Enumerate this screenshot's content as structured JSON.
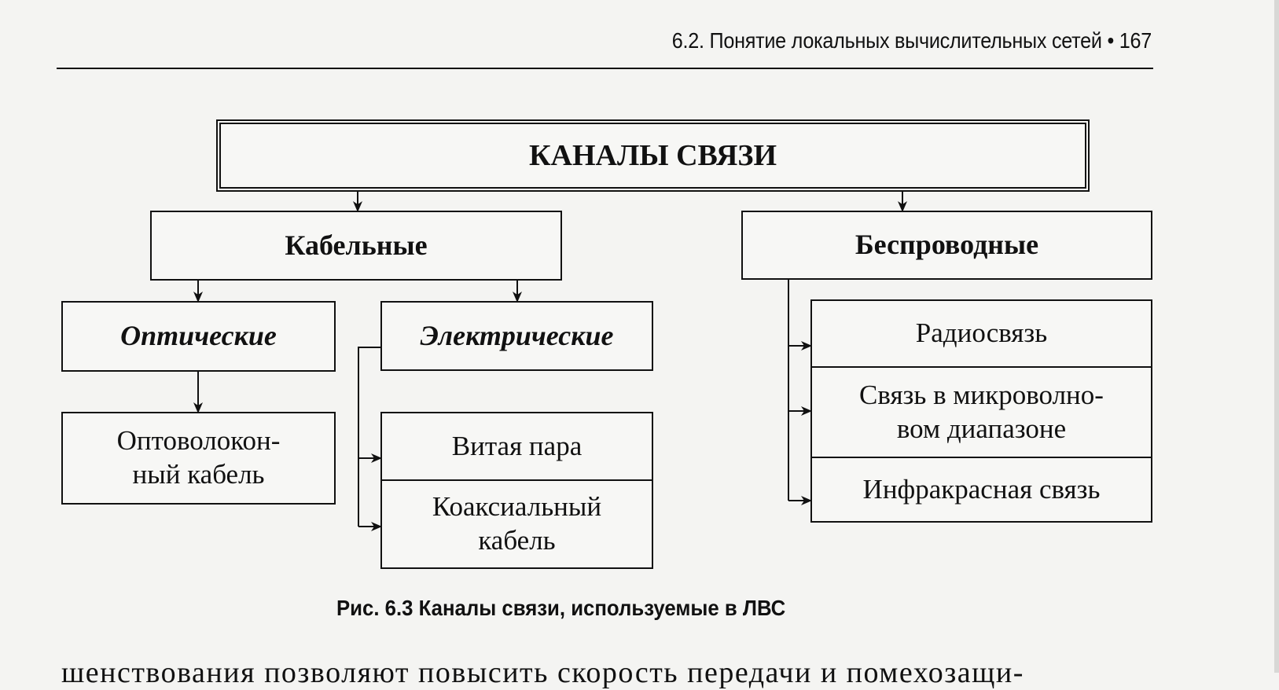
{
  "header": {
    "running_title": "6.2. Понятие локальных вычислительных сетей • 167"
  },
  "diagram": {
    "title": "КАНАЛЫ СВЯЗИ",
    "cable": {
      "label": "Кабельные",
      "optical": {
        "label": "Оптические",
        "items": [
          "Оптоволокон-\nный кабель"
        ]
      },
      "electrical": {
        "label": "Электрические",
        "items": [
          "Витая пара",
          "Коаксиальный\nкабель"
        ]
      }
    },
    "wireless": {
      "label": "Беспроводные",
      "items": [
        "Радиосвязь",
        "Связь в микроволно-\nвом диапазоне",
        "Инфракрасная связь"
      ]
    }
  },
  "caption": "Рис. 6.3 Каналы связи, используемые в ЛВС",
  "body_text_cutoff": "шенствования позволяют повысить скорость передачи и помехозащи-"
}
